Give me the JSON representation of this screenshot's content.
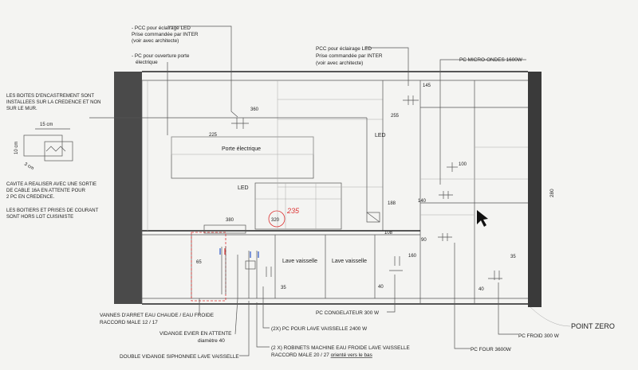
{
  "notes": {
    "pcc_left": [
      "- PCC pour éclairage LED",
      "Prise commandée par INTER",
      "(voir avec architecte)"
    ],
    "pc_door": [
      "- PC pour ouverture porte",
      "électrique"
    ],
    "pcc_right": [
      "PCC pour éclairage LED",
      "Prise commandée par INTER",
      "(voir avec architecte)"
    ],
    "boxes": [
      "LES BOITES D'ENCASTREMENT SONT",
      "INSTALLEES SUR LA CREDENCE ET NON",
      "SUR LE MUR."
    ],
    "cavity": [
      "CAVITE A REALISER AVEC  UNE SORTIE",
      "DE CABLE 16A  EN ATTENTE POUR",
      "2 PC  EN CREDENCE."
    ],
    "outlets": [
      "LES BOITIERS ET PRISES DE COURANT",
      "SONT HORS LOT CUISINISTE"
    ]
  },
  "sketch": {
    "width": "15 cm",
    "height": "10 cm",
    "depth": "3 cm"
  },
  "labels": {
    "door": "Porte électrique",
    "led_top": "LED",
    "led_mid": "LED",
    "lv1": "Lave vaisselle",
    "lv2": "Lave vaisselle",
    "microwave": "PC MICRO-ONDES 1600W",
    "congelateur": "PC CONGELATEUR 300 W",
    "pc_froid": "PC FROID 300 W",
    "pc_four": "PC FOUR 3600W",
    "point_zero": "POINT ZERO",
    "height": "280",
    "handwritten": "235"
  },
  "dims": {
    "d360": "360",
    "d225": "225",
    "d145": "145",
    "d255": "255",
    "d100": "100",
    "d140": "140",
    "d188": "188",
    "d108": "108",
    "d380": "380",
    "d320": "320",
    "d65": "65",
    "d35a": "35",
    "d160": "160",
    "d40a": "40",
    "d90": "90",
    "d35b": "35",
    "d40b": "40"
  },
  "callouts": {
    "vannes": [
      "VANNES D'ARRET EAU CHAUDE / EAU FROIDE",
      "RACCORD MALE 12 / 17"
    ],
    "vidange": [
      "VIDANGE EVIER EN ATTENTE",
      "diamètre 40"
    ],
    "double": "DOUBLE VIDANGE SIPHONNEE LAVE VAISSELLE",
    "pc_lv": "(2X) PC POUR LAVE VAISSELLE 2400 W",
    "robinets_1": "(2 X) ROBINETS MACHINE EAU FROIDE LAVE VAISSELLE",
    "robinets_2a": "RACCORD MALE 20 / 27 ",
    "robinets_2b": "orienté vers le bas"
  },
  "colors": {
    "wall": "#555555",
    "ink": "#222222",
    "red": "#dd3333",
    "blue": "#2a55c9"
  }
}
